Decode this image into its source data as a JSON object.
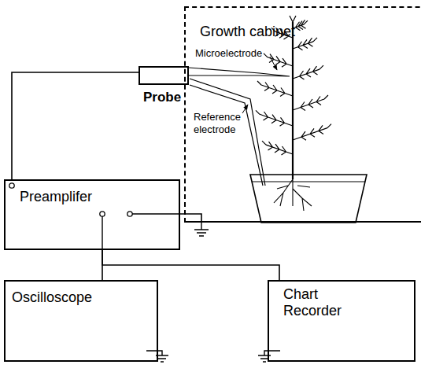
{
  "diagram": {
    "nodes": [
      {
        "text": [
          "Growth cabinet"
        ]
      },
      {
        "text": [
          "Probe"
        ]
      },
      {
        "text": [
          "Preamplifer"
        ]
      },
      {
        "text": [
          "Oscilloscope"
        ]
      },
      {
        "text": [
          "Chart Recorder"
        ]
      }
    ],
    "edges": [
      {
        "from": 1,
        "to": 2,
        "arrow": "none"
      },
      {
        "from": 2,
        "to": 3,
        "arrow": "none"
      },
      {
        "from": 2,
        "to": 4,
        "arrow": "none"
      },
      {
        "from": 2,
        "to": 0,
        "arrow": "none"
      }
    ],
    "labels": [
      "Microelectrode",
      "Reference electrode"
    ]
  }
}
